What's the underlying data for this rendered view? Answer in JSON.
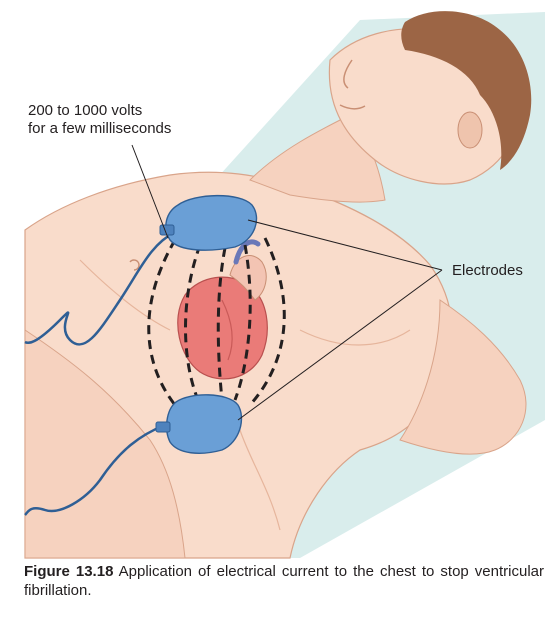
{
  "annotations": {
    "voltage_line1": "200 to 1000 volts",
    "voltage_line2": "for a few milliseconds",
    "electrodes": "Electrodes"
  },
  "caption": {
    "number": "Figure 13.18",
    "text": "Application of electrical current to the chest to stop ventricular fibrillation."
  },
  "colors": {
    "background_panel": "#d9edec",
    "skin": "#f9dccb",
    "skin_shadow": "#efc4ad",
    "hair": "#9c6545",
    "electrode": "#6a9fd6",
    "cable": "#2f5f95",
    "heart": "#ea7b78",
    "field_lines": "#231f20"
  },
  "icons": [
    "electrode-pad-icon",
    "heart-icon",
    "nipple-icon"
  ]
}
